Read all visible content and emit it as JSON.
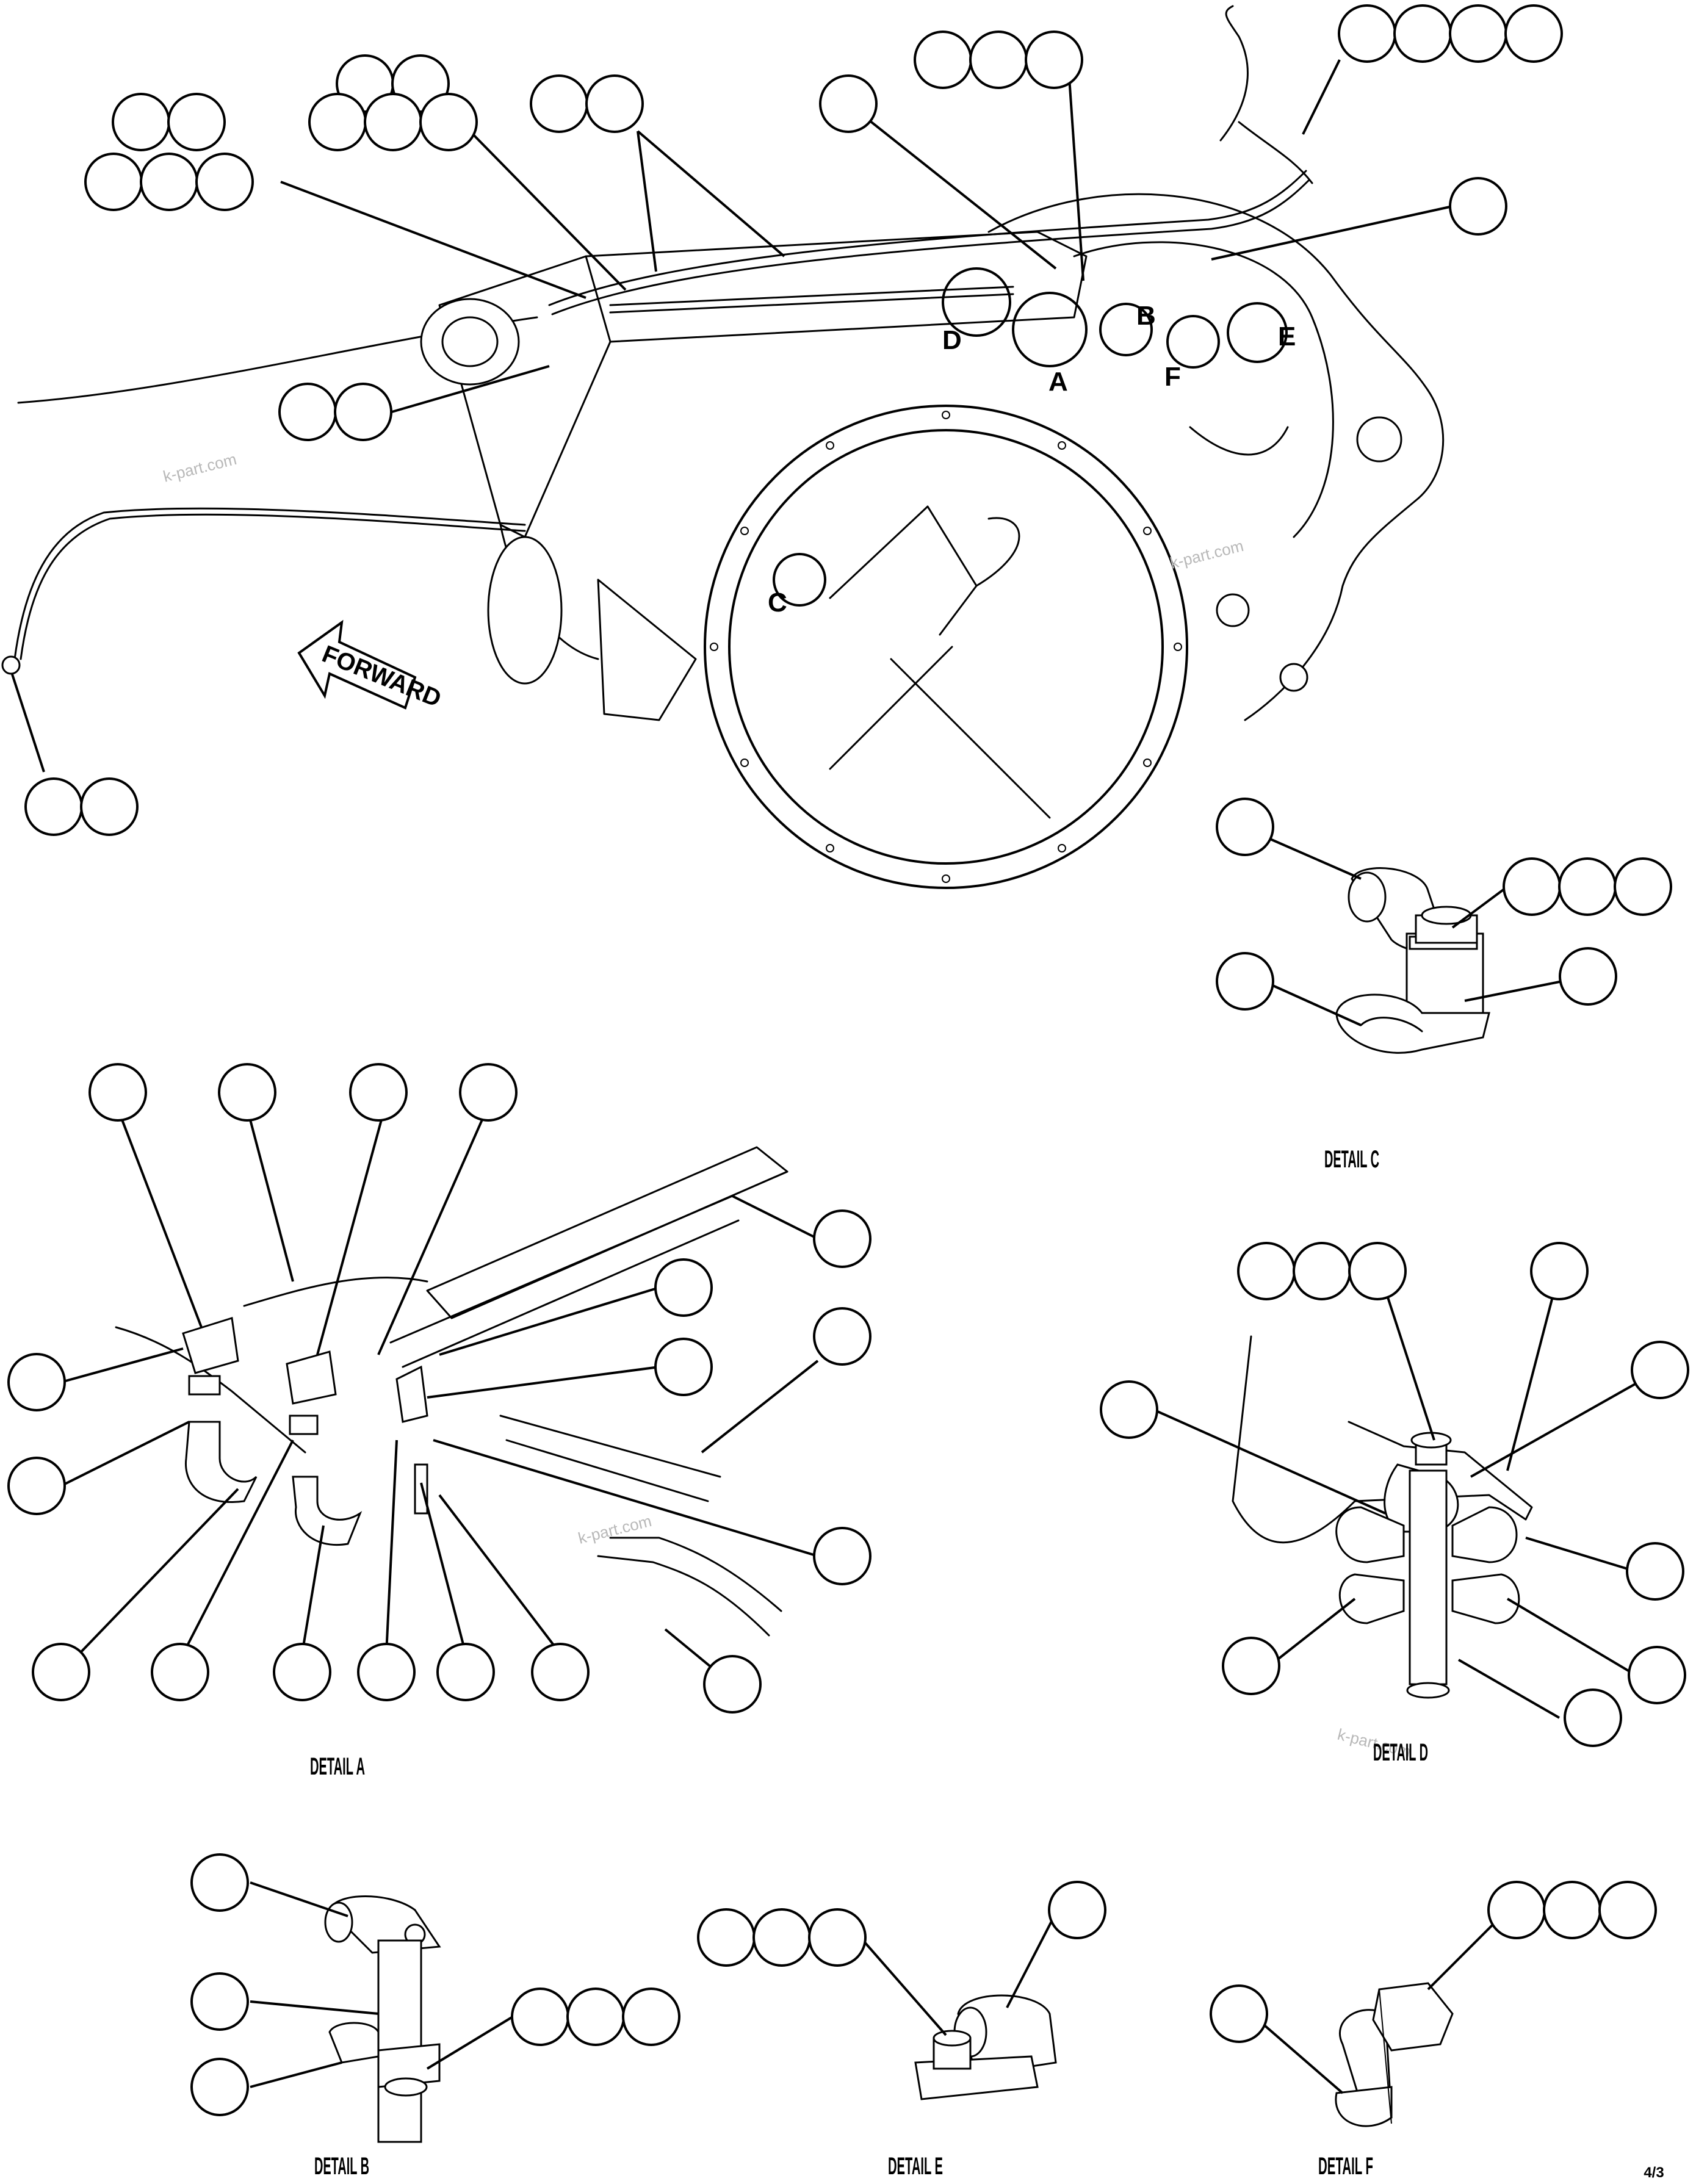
{
  "diagram": {
    "forward_label": "FORWARD",
    "callout_letters": [
      "A",
      "B",
      "C",
      "D",
      "E",
      "F"
    ],
    "watermarks": [
      "k-part.com",
      "k-part.com",
      "k-part.com",
      "k-part.com"
    ],
    "sheet_number": "4/3"
  },
  "details": {
    "a": "DETAIL A",
    "b": "DETAIL B",
    "c": "DETAIL C",
    "d": "DETAIL D",
    "e": "DETAIL E",
    "f": "DETAIL F"
  }
}
